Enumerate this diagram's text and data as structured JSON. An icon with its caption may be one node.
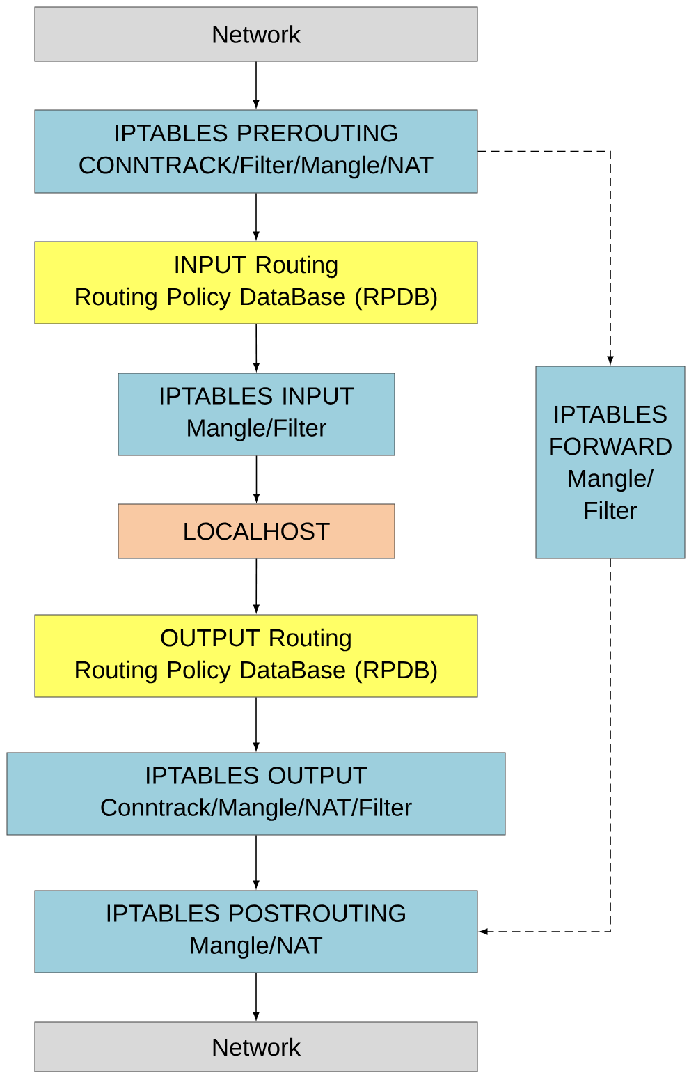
{
  "diagram": {
    "nodes": [
      {
        "text": [
          "Network"
        ]
      },
      {
        "text": [
          "IPTABLES PREROUTING",
          "CONNTRACK/Filter/Mangle/NAT"
        ]
      },
      {
        "text": [
          "INPUT Routing",
          "Routing Policy DataBase (RPDB)"
        ]
      },
      {
        "text": [
          "IPTABLES INPUT",
          "Mangle/Filter"
        ]
      },
      {
        "text": [
          "LOCALHOST"
        ]
      },
      {
        "text": [
          "OUTPUT Routing",
          "Routing Policy DataBase (RPDB)"
        ]
      },
      {
        "text": [
          "IPTABLES OUTPUT",
          "Conntrack/Mangle/NAT/Filter"
        ]
      },
      {
        "text": [
          "IPTABLES POSTROUTING",
          "Mangle/NAT"
        ]
      },
      {
        "text": [
          "Network"
        ]
      },
      {
        "text": [
          "IPTABLES FORWARD",
          "Mangle/ Filter"
        ]
      }
    ],
    "edges": [
      {
        "from": 0,
        "to": 1,
        "arrow": "to"
      },
      {
        "from": 1,
        "to": 2,
        "arrow": "to"
      },
      {
        "from": 2,
        "to": 3,
        "arrow": "to"
      },
      {
        "from": 3,
        "to": 4,
        "arrow": "to"
      },
      {
        "from": 4,
        "to": 5,
        "arrow": "to"
      },
      {
        "from": 5,
        "to": 6,
        "arrow": "to"
      },
      {
        "from": 6,
        "to": 7,
        "arrow": "to"
      },
      {
        "from": 7,
        "to": 8,
        "arrow": "to"
      },
      {
        "from": 1,
        "to": 9,
        "arrow": "to",
        "style": "dashed"
      },
      {
        "from": 9,
        "to": 7,
        "arrow": "to",
        "style": "dashed"
      }
    ]
  }
}
